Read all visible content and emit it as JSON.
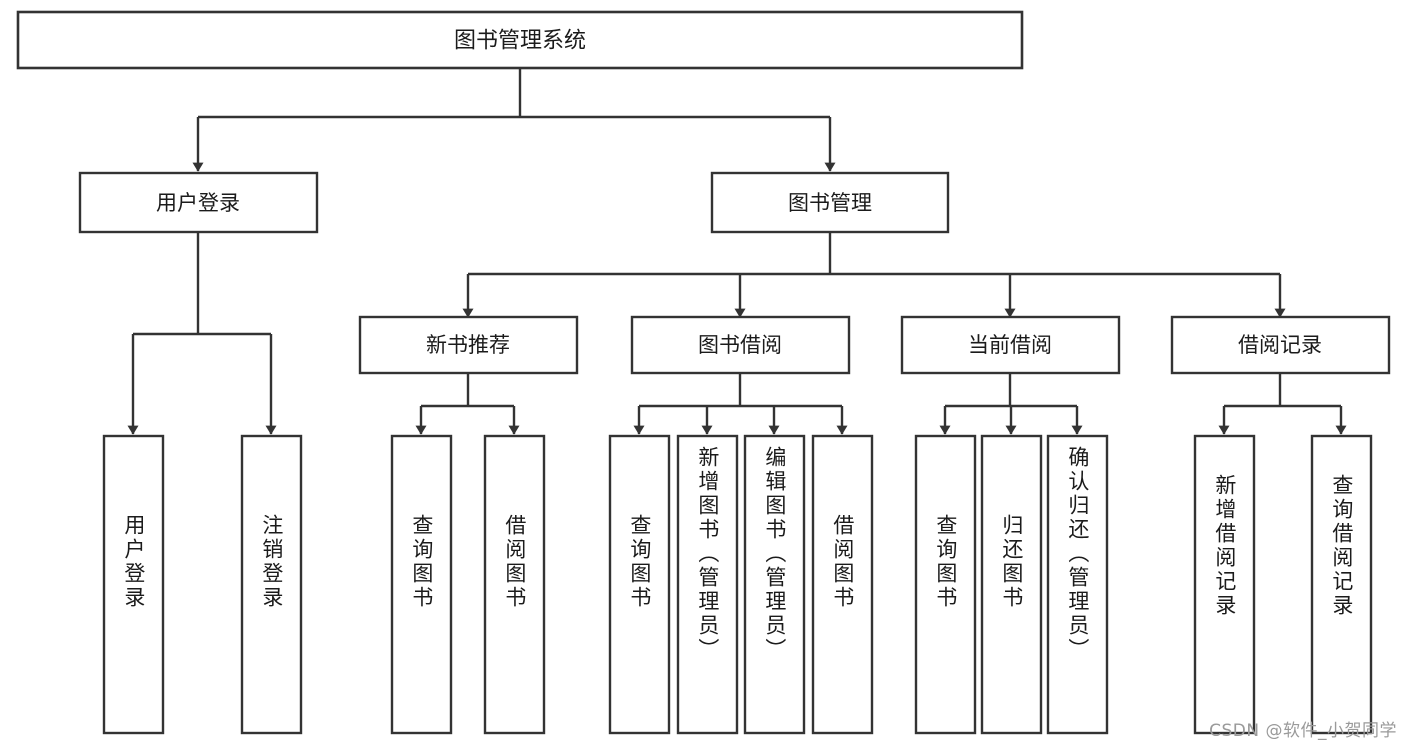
{
  "diagram": {
    "title": "图书管理系统",
    "type": "tree-hierarchy",
    "colors": {
      "stroke": "#333333",
      "fill": "#ffffff",
      "text": "#1b1b1b",
      "watermark": "#9a9a9a",
      "background": "#ffffff"
    },
    "root": {
      "label": "图书管理系统"
    },
    "level2": [
      {
        "label": "用户登录"
      },
      {
        "label": "图书管理"
      }
    ],
    "level3": [
      {
        "label": "新书推荐"
      },
      {
        "label": "图书借阅"
      },
      {
        "label": "当前借阅"
      },
      {
        "label": "借阅记录"
      }
    ],
    "leaves": {
      "user_login": [
        {
          "label": "用户登录"
        },
        {
          "label": "注销登录"
        }
      ],
      "new_book_recommend": [
        {
          "label": "查询图书"
        },
        {
          "label": "借阅图书"
        }
      ],
      "book_borrow": [
        {
          "label": "查询图书"
        },
        {
          "label": "新增图书（管理员）"
        },
        {
          "label": "编辑图书（管理员）"
        },
        {
          "label": "借阅图书"
        }
      ],
      "current_borrow": [
        {
          "label": "查询图书"
        },
        {
          "label": "归还图书"
        },
        {
          "label": "确认归还（管理员）"
        }
      ],
      "borrow_record": [
        {
          "label": "新增借阅记录"
        },
        {
          "label": "查询借阅记录"
        }
      ]
    },
    "watermark": "CSDN @软件_小贺同学"
  }
}
